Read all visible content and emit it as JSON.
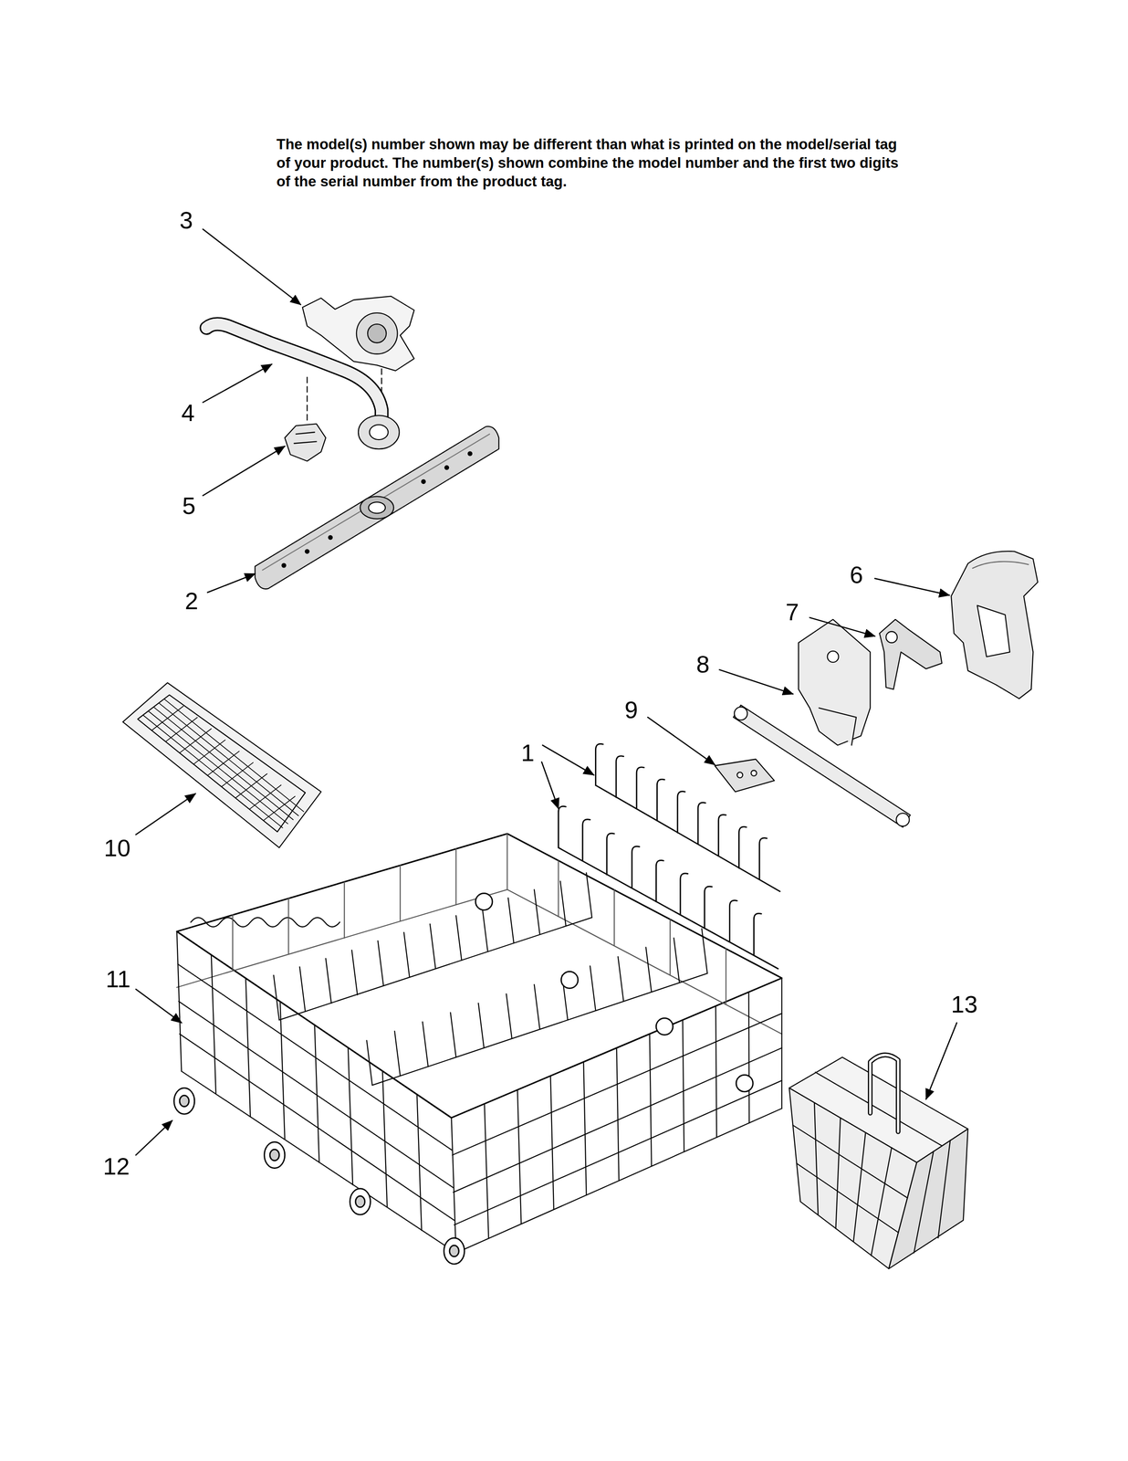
{
  "diagram": {
    "labels": [
      "The model(s) number shown may be different than what is printed on the model/serial tag of your product. The number(s) shown combine the model number and the first two digits of the serial number from the product tag.",
      "3",
      "4",
      "5",
      "6",
      "2",
      "7",
      "8",
      "9",
      "1",
      "10",
      "11",
      "13",
      "12"
    ]
  }
}
